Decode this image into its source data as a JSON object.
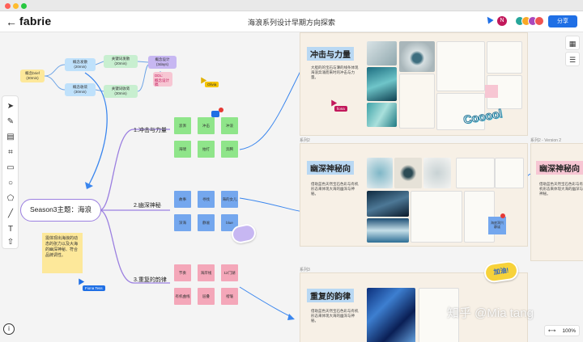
{
  "window": {
    "title": "海浪系列设计早期方向探索"
  },
  "app": {
    "logo": "fabrie",
    "back": "←",
    "share": "分享",
    "avatar_initial": "N"
  },
  "brief": {
    "root": "概念brief\n(30min)",
    "l1a": "概念发散\n(20min)",
    "l1b": "概念收敛\n(30min)",
    "l2a": "关键词发散\n(20min)",
    "l2b": "关键词收敛\n(30min)",
    "l3a": "概念设计\n(3days)",
    "ddl": "DDL:\n概念设计稿"
  },
  "tags": {
    "olivia": "Olivia",
    "fiona": "fiona",
    "fiona_tess": "Fiona Tess"
  },
  "mindmap": {
    "center": "Season3主题：海浪",
    "branch1": "1.冲击与力量",
    "branch2": "2.幽深神秘",
    "branch3": "3.重复的韵律",
    "note": "需体现出海浪的动态的张力以及大海的幽深神秘、符合品牌调性。"
  },
  "stickies": {
    "g": [
      "澎湃",
      "冲击",
      "冲浪",
      "海啸",
      "拍打",
      "奔腾"
    ],
    "b": [
      "故事",
      "寻找",
      "海的女儿",
      "深海",
      "静谧",
      "blue"
    ],
    "p": [
      "节奏",
      "海岸线",
      "12门湖",
      "有机曲线",
      "层叠",
      "褶皱"
    ],
    "aside": "海底洞穴\n静谧"
  },
  "frames": {
    "f1": {
      "head": "冲击与力量",
      "desc": "大胆的的宝石与薄的线条体现海浪奔涌而来时的冲击与力量。"
    },
    "f2": {
      "label": "系列2",
      "head": "幽深神秘向",
      "desc": "借助蓝色天然宝石色彩与有机形态来体现大海的幽深与神秘。"
    },
    "f2v": {
      "label": "系列2 - Version 2",
      "head": "幽深神秘向",
      "desc": "借助蓝色天然宝石色彩与有机形态来体现大海的幽深与神秘。"
    },
    "f3": {
      "label": "系列3",
      "head": "重复的韵律",
      "desc": "借助蓝色天然宝石色彩与有机形态来体现大海的幽深与神秘。"
    }
  },
  "stickers": {
    "s1": "Cooool",
    "s2": "加油!"
  },
  "watermark": "知乎 @Mia tang",
  "zoom": "100%",
  "colors": {
    "accent": "#1f6fe5",
    "green_sticky": "#8fe58a",
    "blue_sticky": "#74a7ee",
    "pink_sticky": "#f4a7b9"
  }
}
